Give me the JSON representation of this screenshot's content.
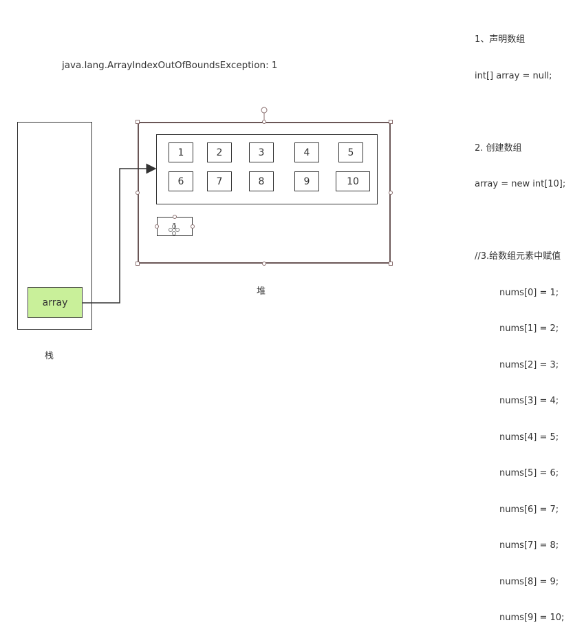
{
  "exception_text": "java.lang.ArrayIndexOutOfBoundsException: 1",
  "stack": {
    "label": "栈",
    "variable": "array",
    "variable_color": "#c9f09a"
  },
  "heap": {
    "label": "堆",
    "cells": [
      "1",
      "2",
      "3",
      "4",
      "5",
      "6",
      "7",
      "8",
      "9",
      "10"
    ],
    "small_box": "1"
  },
  "code": {
    "step1_title": "1、声明数组",
    "step1_code": "int[] array = null;",
    "step2_title": "2. 创建数组",
    "step2_code": "array = new int[10];",
    "step3_title": "//3.给数组元素中赋值",
    "assignments": [
      "nums[0] = 1;",
      "nums[1] = 2;",
      "nums[2] = 3;",
      "nums[3] = 4;",
      "nums[4] = 5;",
      "nums[5] = 6;",
      "nums[6] = 7;",
      "nums[7] = 8;",
      "nums[8] = 9;",
      "nums[9] = 10;"
    ]
  }
}
